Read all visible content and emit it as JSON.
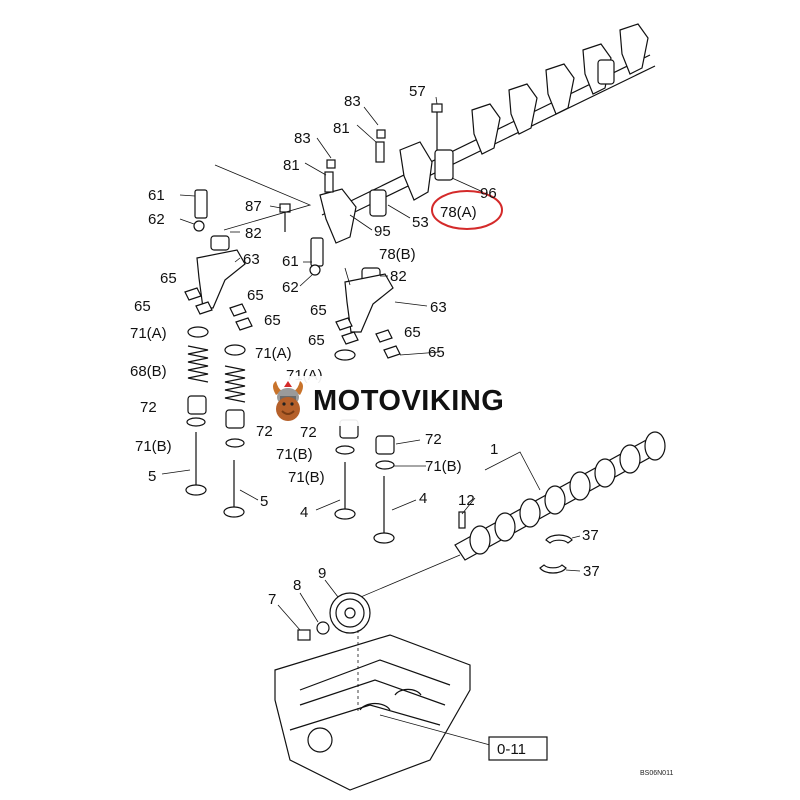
{
  "watermark": {
    "brand": "MOTOVIKING"
  },
  "diagram": {
    "reference_code": "BS06N011",
    "section_ref": "0-11",
    "highlight_color": "#d42a2a",
    "labels": [
      {
        "id": "l83a",
        "text": "83"
      },
      {
        "id": "l57",
        "text": "57"
      },
      {
        "id": "l81a",
        "text": "81"
      },
      {
        "id": "l83b",
        "text": "83"
      },
      {
        "id": "l81b",
        "text": "81"
      },
      {
        "id": "l96",
        "text": "96"
      },
      {
        "id": "l78a",
        "text": "78(A)"
      },
      {
        "id": "l61a",
        "text": "61"
      },
      {
        "id": "l87",
        "text": "87"
      },
      {
        "id": "l53",
        "text": "53"
      },
      {
        "id": "l62a",
        "text": "62"
      },
      {
        "id": "l82a",
        "text": "82"
      },
      {
        "id": "l95",
        "text": "95"
      },
      {
        "id": "l78b",
        "text": "78(B)"
      },
      {
        "id": "l63a",
        "text": "63"
      },
      {
        "id": "l61b",
        "text": "61"
      },
      {
        "id": "l82b",
        "text": "82"
      },
      {
        "id": "l65a",
        "text": "65"
      },
      {
        "id": "l62b",
        "text": "62"
      },
      {
        "id": "l65b",
        "text": "65"
      },
      {
        "id": "l65c",
        "text": "65"
      },
      {
        "id": "l63b",
        "text": "63"
      },
      {
        "id": "l65d",
        "text": "65"
      },
      {
        "id": "l65e",
        "text": "65"
      },
      {
        "id": "l71a1",
        "text": "71(A)"
      },
      {
        "id": "l65f",
        "text": "65"
      },
      {
        "id": "l65g",
        "text": "65"
      },
      {
        "id": "l71a2",
        "text": "71(A)"
      },
      {
        "id": "l65h",
        "text": "65"
      },
      {
        "id": "l68b",
        "text": "68(B)"
      },
      {
        "id": "l71a3",
        "text": "71(A)"
      },
      {
        "id": "l72a",
        "text": "72"
      },
      {
        "id": "l72b",
        "text": "72"
      },
      {
        "id": "l72c",
        "text": "72"
      },
      {
        "id": "l72d",
        "text": "72"
      },
      {
        "id": "l71b1",
        "text": "71(B)"
      },
      {
        "id": "l71b2",
        "text": "71(B)"
      },
      {
        "id": "l71b3",
        "text": "71(B)"
      },
      {
        "id": "l71b4",
        "text": "71(B)"
      },
      {
        "id": "l1",
        "text": "1"
      },
      {
        "id": "l5a",
        "text": "5"
      },
      {
        "id": "l5b",
        "text": "5"
      },
      {
        "id": "l4a",
        "text": "4"
      },
      {
        "id": "l4b",
        "text": "4"
      },
      {
        "id": "l12",
        "text": "12"
      },
      {
        "id": "l37a",
        "text": "37"
      },
      {
        "id": "l37b",
        "text": "37"
      },
      {
        "id": "l9",
        "text": "9"
      },
      {
        "id": "l8",
        "text": "8"
      },
      {
        "id": "l7",
        "text": "7"
      }
    ]
  }
}
